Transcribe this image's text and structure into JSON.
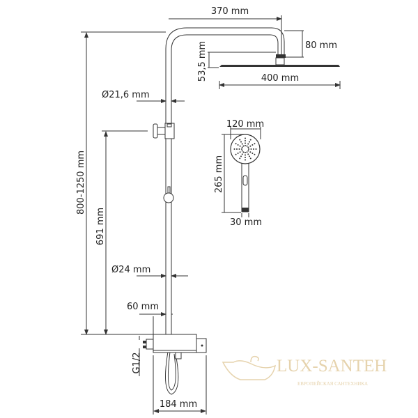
{
  "dimensions": {
    "arm_length": "370 mm",
    "head_connector_height": "80 mm",
    "head_drop": "53,5 mm",
    "head_width": "400 mm",
    "upper_pipe_diameter": "Ø21,6 mm",
    "total_height": "800-1250 mm",
    "slider_height": "691 mm",
    "lower_pipe_diameter": "Ø24 mm",
    "pipe_offset": "60 mm",
    "inlet_thread": "G1/2",
    "mixer_width": "184 mm",
    "hand_shower_width": "120 mm",
    "hand_shower_length": "265 mm",
    "hand_shower_handle": "30 mm"
  },
  "watermark": {
    "brand": "LUX-SANTEH",
    "tagline": "ЕВРОПЕЙСКАЯ САНТЕХНИКА",
    "color": "#e6d3ad"
  }
}
